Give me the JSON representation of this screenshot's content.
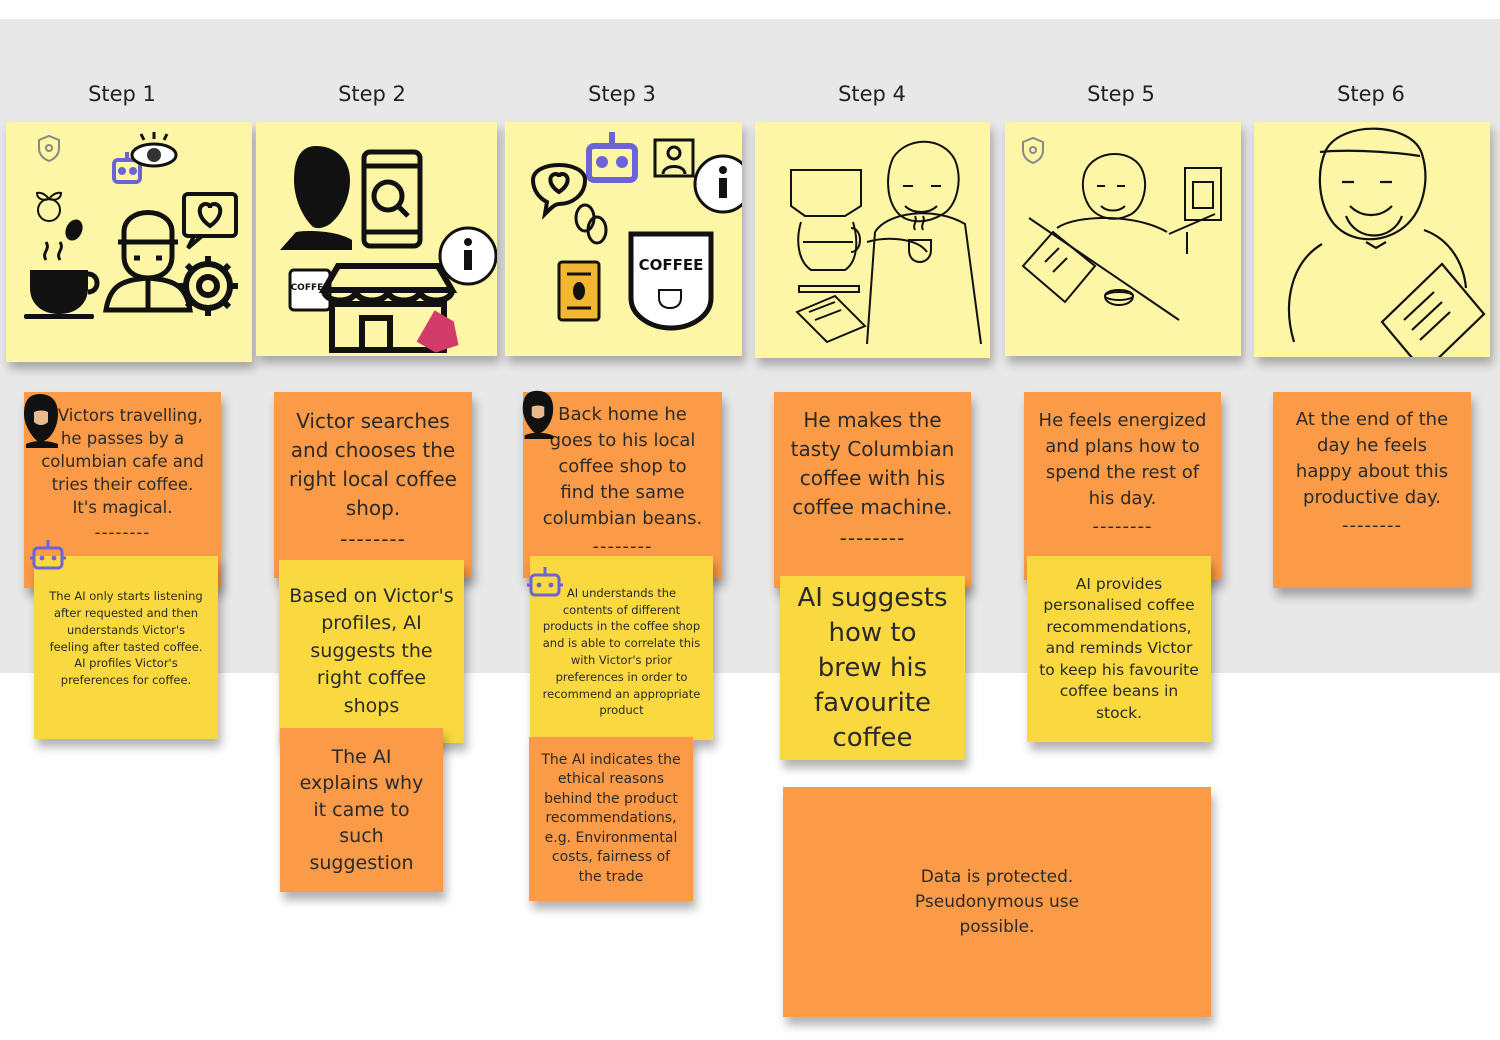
{
  "steps": [
    {
      "title": "Step 1",
      "story": "n Victors travelling, he passes by a columbian cafe and tries their coffee. It's magical.",
      "separator": "--------",
      "ai": [
        "The AI only starts listening after requested and then understands Victor's feeling after tasted coffee. AI profiles Victor's preferences for coffee."
      ]
    },
    {
      "title": "Step 2",
      "story": "Victor searches and  chooses the right local coffee shop.",
      "separator": "--------",
      "ai": [
        "Based on Victor's profiles, AI suggests the right coffee shops",
        "The AI explains why it came to such suggestion"
      ]
    },
    {
      "title": "Step 3",
      "story": "Back home he goes to his local coffee shop to find the same columbian beans.",
      "separator": "--------",
      "ai": [
        "AI understands the contents of different products in the coffee shop and is able to correlate this with Victor's prior preferences in order to recommend an appropriate product",
        "The AI indicates the ethical reasons behind the product recommendations, e.g. Environmental costs, fairness of the trade"
      ]
    },
    {
      "title": "Step 4",
      "story": "He makes the tasty Columbian coffee with his coffee machine.",
      "separator": "--------",
      "ai": [
        "AI suggests how to brew his favourite coffee",
        "Data is protected. Pseudonymous use possible."
      ]
    },
    {
      "title": "Step 5",
      "story": "He feels energized and plans how to spend the rest of his day.",
      "separator": "--------",
      "ai": [
        "AI provides personalised coffee recommendations, and reminds Victor to keep his favourite coffee beans in stock."
      ]
    },
    {
      "title": "Step 6",
      "story": "At the end of the day he feels happy about this productive day.",
      "separator": "--------",
      "ai": []
    }
  ],
  "sketch_labels": {
    "coffee_sign": "COFFEE"
  },
  "icons": [
    "shield-icon",
    "robot-icon",
    "eye-icon",
    "info-icon",
    "heart-bubble-icon",
    "coffee-cup-icon",
    "store-icon",
    "phone-search-icon",
    "price-tag-icon",
    "victor-avatar-icon"
  ],
  "colors": {
    "orange_note": "#fc9b47",
    "yellow_note": "#f9d93f",
    "sketch_note": "#fdf6a6",
    "board": "#e8e8e8",
    "robot": "#6c63d8"
  }
}
